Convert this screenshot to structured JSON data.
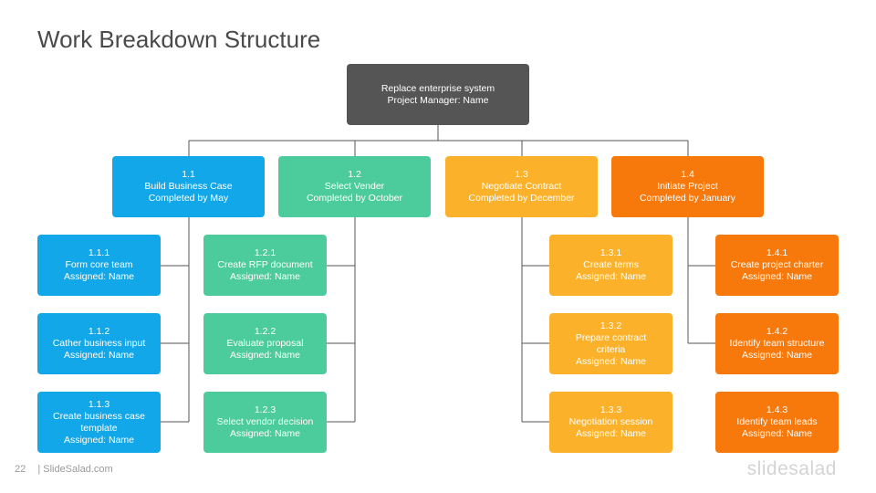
{
  "title": "Work Breakdown Structure",
  "colors": {
    "root": "#555555",
    "blue": "#12a7e8",
    "green": "#4ccb9c",
    "yellow": "#fbb22a",
    "orange": "#f7780b",
    "connector": "#555555"
  },
  "root": {
    "line1": "Replace enterprise system",
    "line2": "Project Manager: Name"
  },
  "branches": [
    {
      "id": "1.1",
      "name": "Build Business Case",
      "due": "Completed by May",
      "tasks": [
        {
          "id": "1.1.1",
          "lines": [
            "Form core team"
          ],
          "assigned": "Assigned: Name"
        },
        {
          "id": "1.1.2",
          "lines": [
            "Cather business input"
          ],
          "assigned": "Assigned: Name"
        },
        {
          "id": "1.1.3",
          "lines": [
            "Create business case",
            "template"
          ],
          "assigned": "Assigned: Name"
        }
      ]
    },
    {
      "id": "1.2",
      "name": "Select Vender",
      "due": "Completed by October",
      "tasks": [
        {
          "id": "1.2.1",
          "lines": [
            "Create RFP document"
          ],
          "assigned": "Assigned: Name"
        },
        {
          "id": "1.2.2",
          "lines": [
            "Evaluate proposal"
          ],
          "assigned": "Assigned: Name"
        },
        {
          "id": "1.2.3",
          "lines": [
            "Select vendor decision"
          ],
          "assigned": "Assigned: Name"
        }
      ]
    },
    {
      "id": "1.3",
      "name": "Negotiate Contract",
      "due": "Completed by December",
      "tasks": [
        {
          "id": "1.3.1",
          "lines": [
            "Create terms"
          ],
          "assigned": "Assigned: Name"
        },
        {
          "id": "1.3.2",
          "lines": [
            "Prepare contract",
            "criteria"
          ],
          "assigned": "Assigned: Name"
        },
        {
          "id": "1.3.3",
          "lines": [
            "Negotiation session"
          ],
          "assigned": "Assigned: Name"
        }
      ]
    },
    {
      "id": "1.4",
      "name": "Initiate Project",
      "due": "Completed by January",
      "tasks": [
        {
          "id": "1.4.1",
          "lines": [
            "Create project charter"
          ],
          "assigned": "Assigned: Name"
        },
        {
          "id": "1.4.2",
          "lines": [
            "Identify team structure"
          ],
          "assigned": "Assigned: Name"
        },
        {
          "id": "1.4.3",
          "lines": [
            "Identify team leads"
          ],
          "assigned": "Assigned: Name"
        }
      ]
    }
  ],
  "footer": {
    "page_number": "22",
    "site": "| SlideSalad.com"
  },
  "logo": "slidesalad"
}
